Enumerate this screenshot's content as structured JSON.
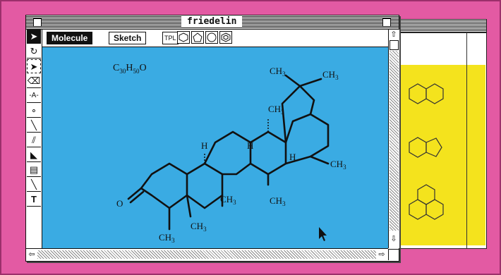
{
  "window": {
    "title": "friedelin"
  },
  "toolbar": {
    "molecule_label": "Molecule",
    "sketch_label": "Sketch",
    "template_label": "TPL"
  },
  "tools": [
    "arrow-select-icon",
    "lasso-icon",
    "marquee-select-icon",
    "eraser-icon",
    "text-atom-icon",
    "chain-icon",
    "single-bond-icon",
    "double-bond-icon",
    "wedge-bond-icon",
    "hashed-bond-icon",
    "line-icon",
    "text-tool-icon"
  ],
  "molecule": {
    "formula_main": [
      "C",
      "H",
      "O"
    ],
    "formula_subs": [
      "30",
      "50"
    ],
    "labels": {
      "ch3": "CH",
      "three": "3",
      "h": "H",
      "o": "O"
    }
  },
  "colors": {
    "background": "#e35aa3",
    "canvas": "#3aabe3",
    "panel": "#f4e31d"
  }
}
